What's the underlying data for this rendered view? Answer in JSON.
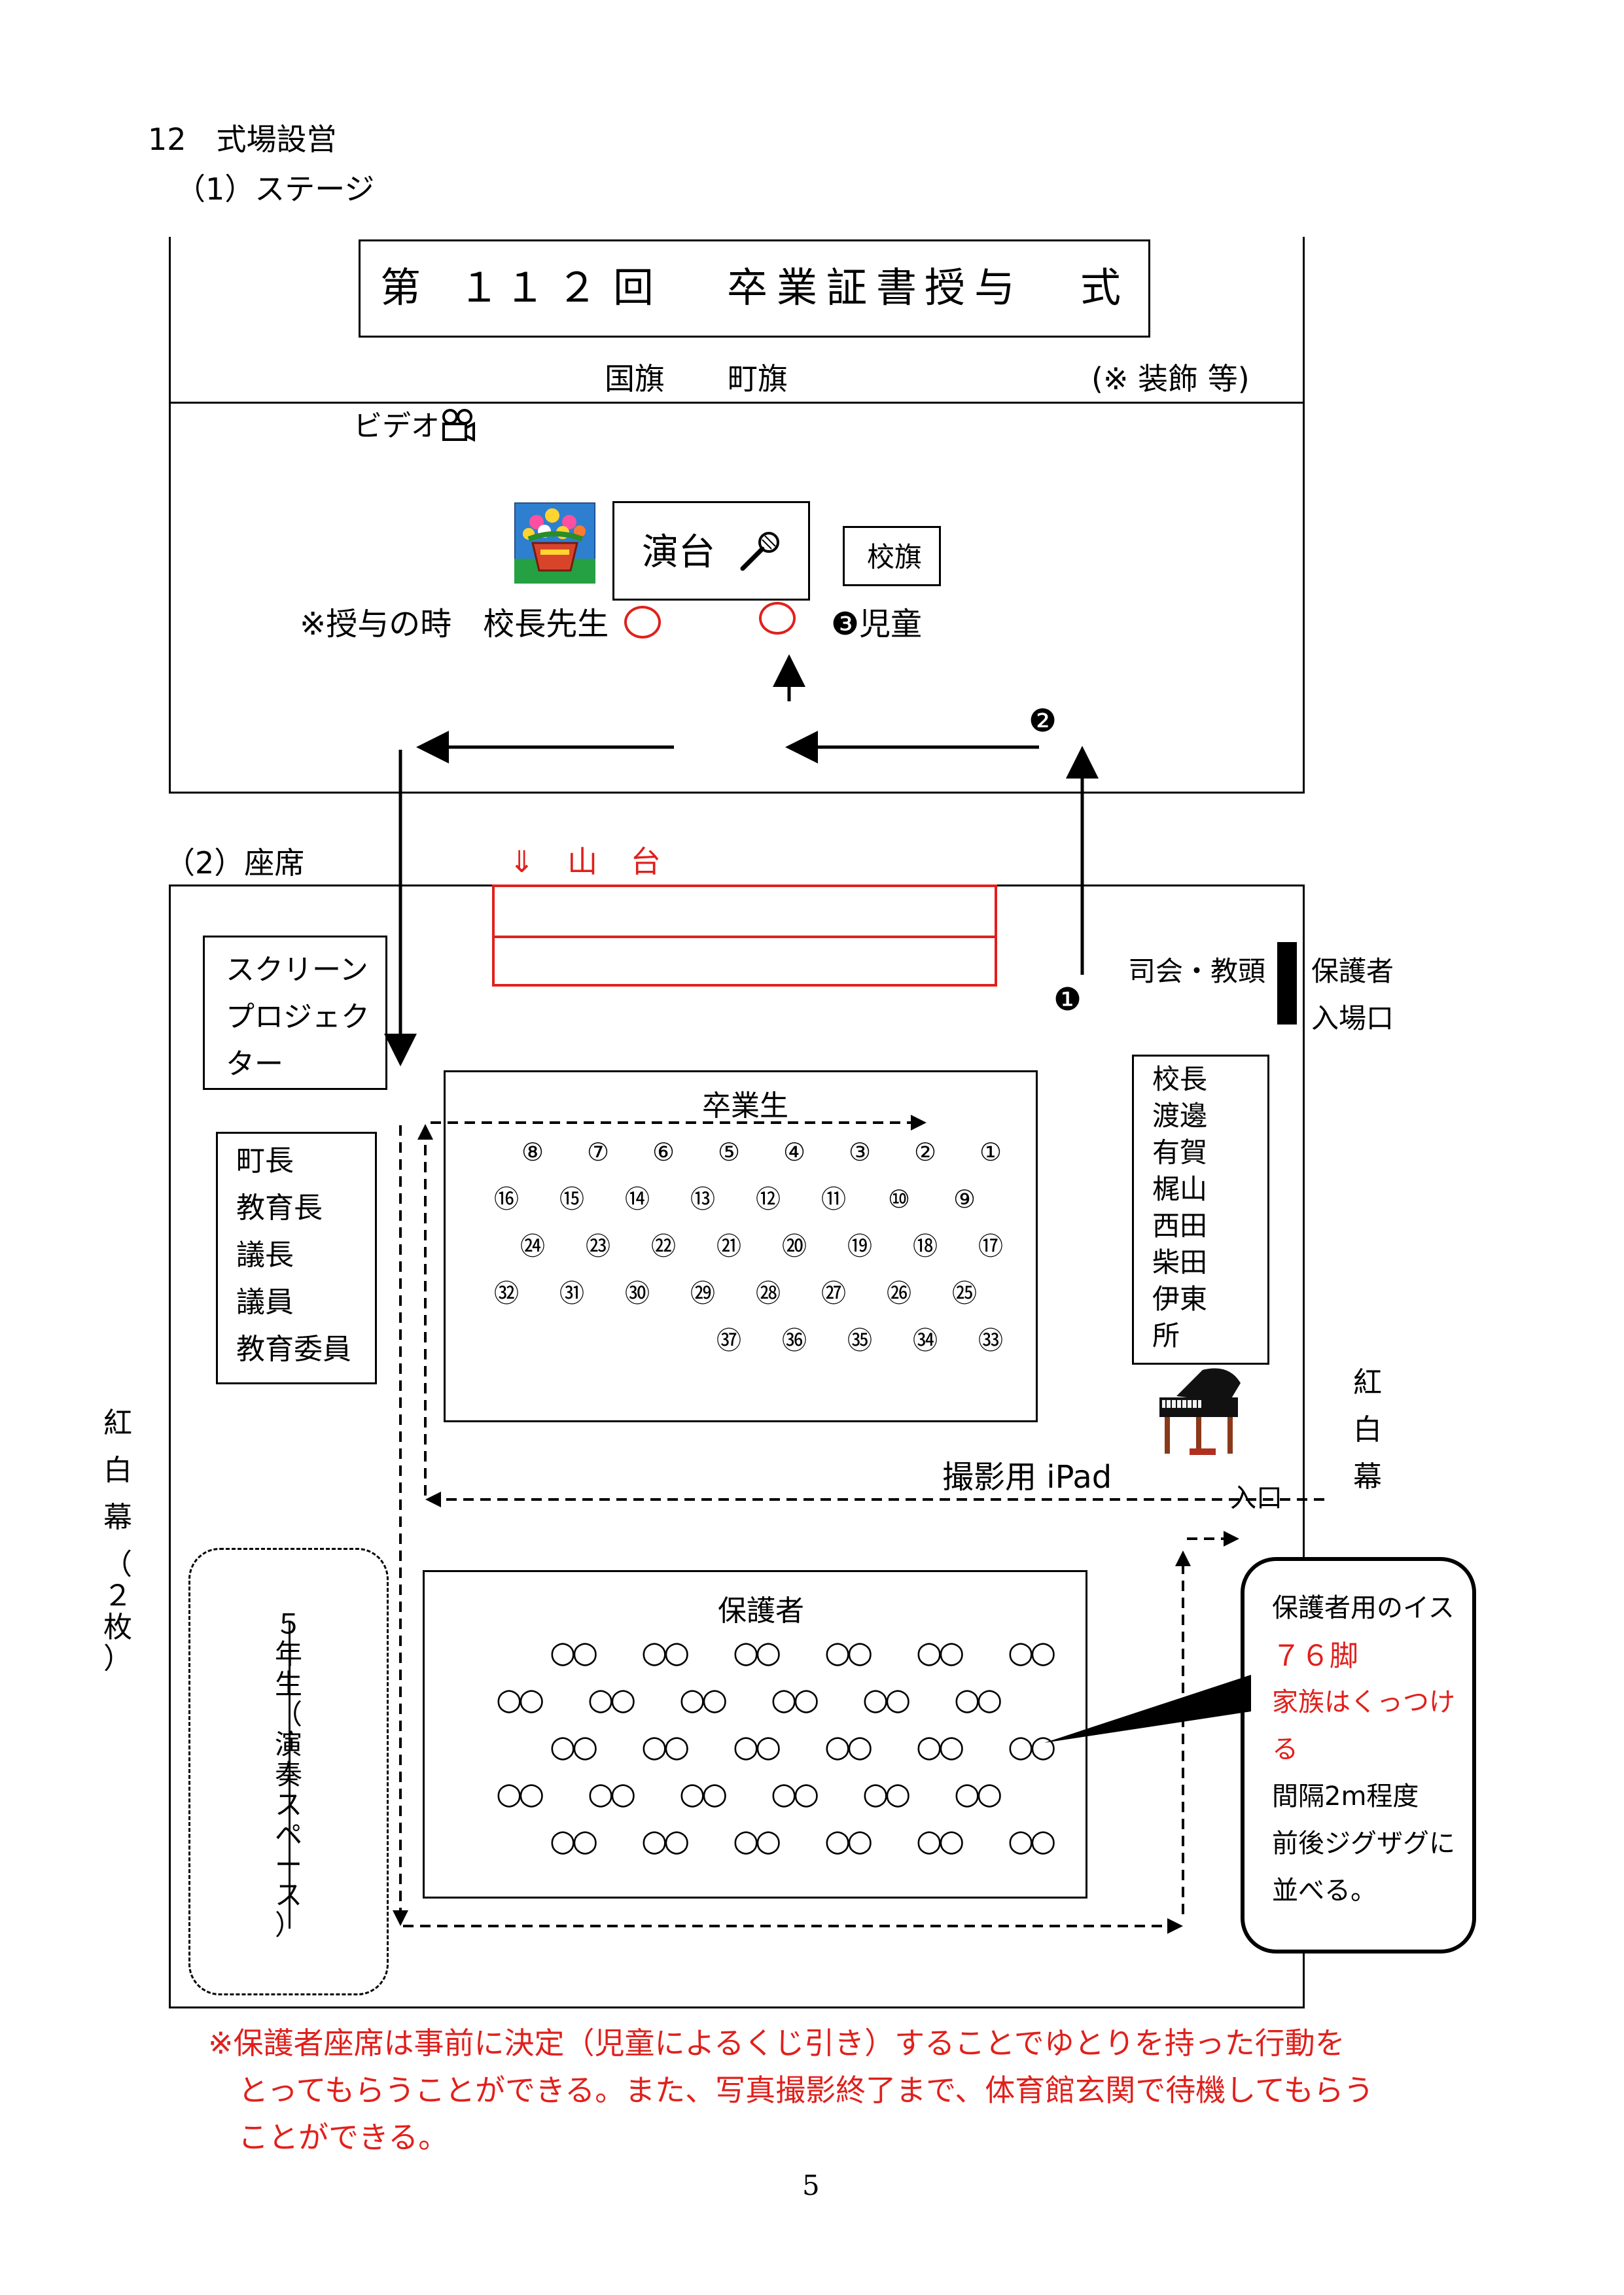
{
  "heading": {
    "section": "12　式場設営",
    "sub1": "（1）ステージ",
    "sub2": "（2）座席"
  },
  "stage": {
    "title_chars": [
      "第",
      "１",
      "１",
      "２",
      "回",
      "卒",
      "業",
      "証",
      "書",
      "授",
      "与",
      "式"
    ],
    "flags": [
      "国旗",
      "町旗"
    ],
    "decor_note": "(※ 装飾 等)",
    "video_label": "ビデオ",
    "podium": "演台",
    "school_flag": "校旗",
    "award_note": "※授与の時　校長先生",
    "student_label": "❸児童",
    "step2": "❷",
    "icons": [
      "video-camera-icon",
      "flower-pot-icon",
      "microphone-icon"
    ]
  },
  "seating": {
    "dais_label": "⇓ 山 台",
    "screen_label": [
      "スクリーン",
      "プロジェク",
      "ター"
    ],
    "guests": [
      "町長",
      "教育長",
      "議長",
      "議員",
      "教育委員"
    ],
    "graduates_label": "卒業生",
    "graduate_rows": [
      [
        "⑧",
        "⑦",
        "⑥",
        "⑤",
        "④",
        "③",
        "②",
        "①"
      ],
      [
        "⑯",
        "⑮",
        "⑭",
        "⑬",
        "⑫",
        "⑪",
        "⑩",
        "⑨"
      ],
      [
        "㉔",
        "㉓",
        "㉒",
        "㉑",
        "⑳",
        "⑲",
        "⑱",
        "⑰"
      ],
      [
        "㉜",
        "㉛",
        "㉚",
        "㉙",
        "㉘",
        "㉗",
        "㉖",
        "㉕"
      ],
      [
        "㊲",
        "㊱",
        "㉟",
        "㉞",
        "㉝"
      ]
    ],
    "mc_label": "司会・教頭",
    "step1": "❶",
    "parent_entrance": [
      "保護者",
      "入場口"
    ],
    "staff": [
      "校長",
      "渡邊",
      "有賀",
      "梶山",
      "西田",
      "柴田",
      "伊東",
      "所"
    ],
    "curtain_right": [
      "紅",
      "白",
      "幕"
    ],
    "curtain_left": [
      "紅",
      "白",
      "幕",
      "（",
      "２",
      "枚",
      "）"
    ],
    "ipad_label": "撮影用 iPad",
    "entrance_label": "入口",
    "parents_label": "保護者",
    "parent_seat": "○○",
    "parent_rows": [
      6,
      6,
      6,
      6,
      6
    ],
    "fifth_grade": [
      "５",
      "年",
      "生",
      "（",
      "演",
      "奏",
      "ス",
      "ペ",
      "ー",
      "ス",
      "）"
    ],
    "callout": {
      "line1": "保護者用のイス",
      "line2": "７６脚",
      "line3": "家族はくっつけ",
      "line4": "る",
      "line5": "間隔2m程度",
      "line6": "前後ジグザグに",
      "line7": "並べる。"
    },
    "note_lines": [
      "※保護者座席は事前に決定（児童によるくじ引き）することでゆとりを持った行動を",
      "とってもらうことができる。また、写真撮影終了まで、体育館玄関で待機してもらう",
      "ことができる。"
    ],
    "colors": {
      "red": "#e0201c",
      "black": "#000000"
    }
  },
  "page_number": "5"
}
